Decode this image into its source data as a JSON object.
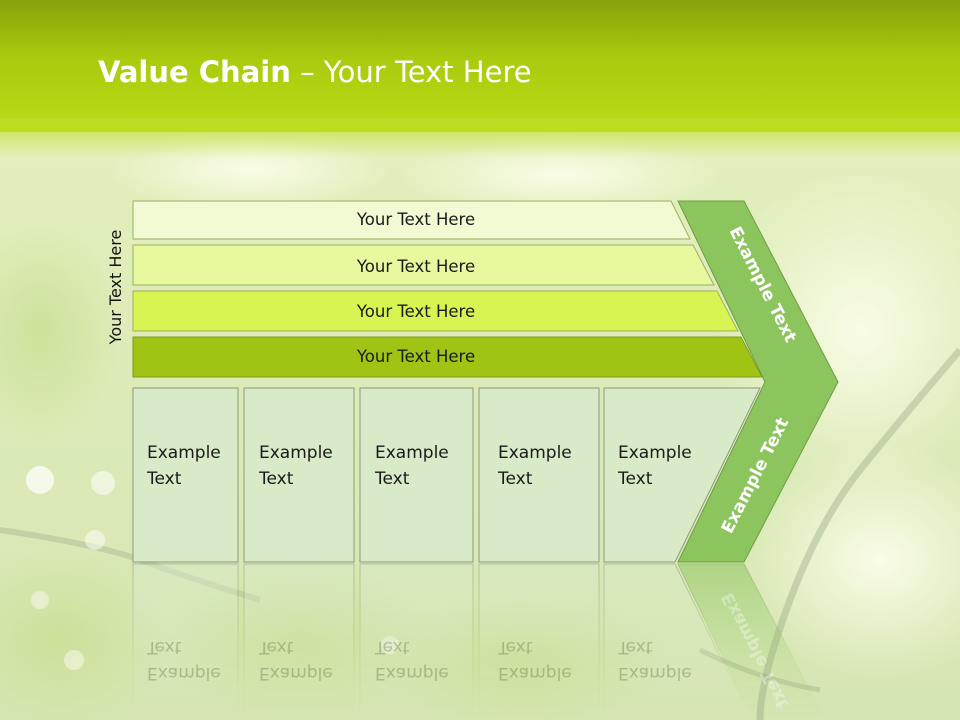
{
  "header": {
    "title_bold": "Value Chain",
    "title_rest": " – Your Text Here"
  },
  "diagram": {
    "side_label": "Your Text Here",
    "bars": [
      {
        "label": "Your Text Here"
      },
      {
        "label": "Your Text Here"
      },
      {
        "label": "Your Text Here"
      },
      {
        "label": "Your Text Here"
      }
    ],
    "cells": [
      {
        "line1": "Example",
        "line2": "Text"
      },
      {
        "line1": "Example",
        "line2": "Text"
      },
      {
        "line1": "Example",
        "line2": "Text"
      },
      {
        "line1": "Example",
        "line2": "Text"
      },
      {
        "line1": "Example",
        "line2": "Text"
      }
    ],
    "chevron_top": "Example Text",
    "chevron_bottom": "Example Text"
  },
  "colors": {
    "title_band": "#a8cc0e",
    "bar_1": "#f1fad2",
    "bar_2": "#e7f89e",
    "bar_3": "#d7f552",
    "bar_4": "#9fc414",
    "cell_fill": "#d8eac8",
    "chevron": "#8cc45e"
  }
}
